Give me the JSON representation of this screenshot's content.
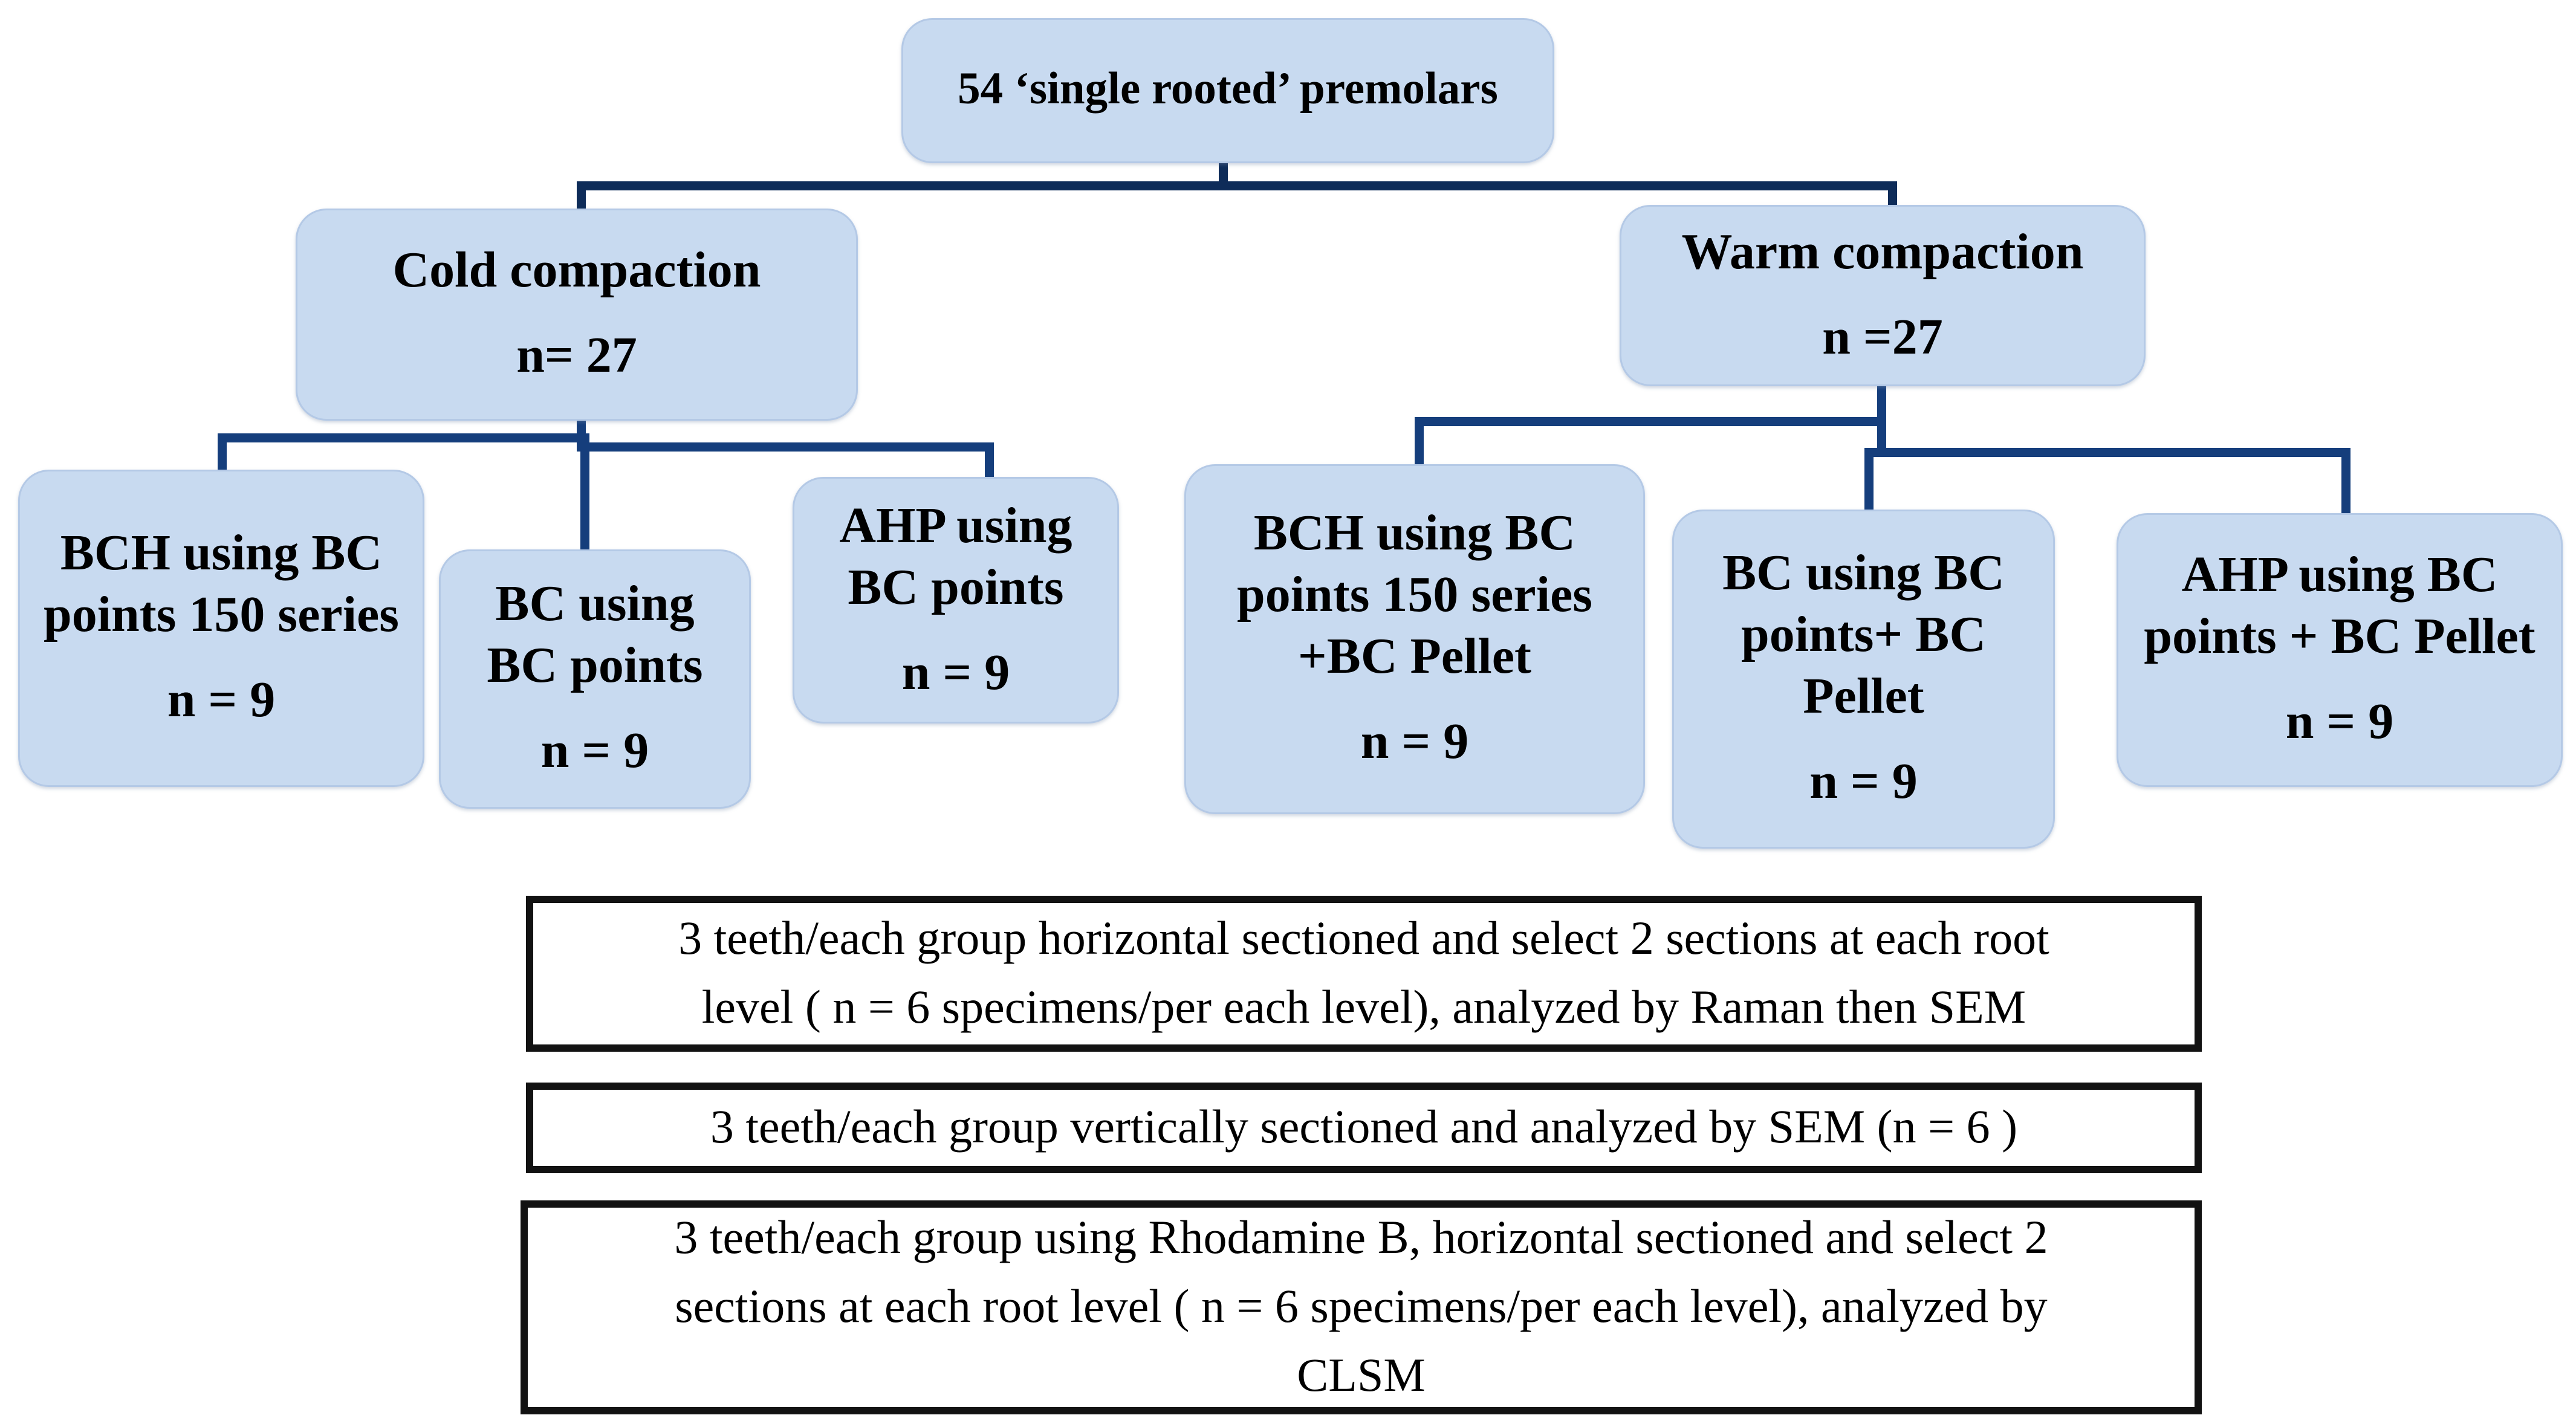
{
  "diagram": {
    "title_node": {
      "label": "54 ‘single rooted’ premolars"
    },
    "branches": [
      {
        "label": "Cold compaction",
        "n": "n= 27"
      },
      {
        "label": "Warm compaction",
        "n": "n =27"
      }
    ],
    "cold_groups": [
      {
        "label": "BCH using BC points 150 series",
        "n": "n = 9"
      },
      {
        "label": "BC using BC points",
        "n": "n = 9"
      },
      {
        "label": "AHP using BC points",
        "n": "n = 9"
      }
    ],
    "warm_groups": [
      {
        "label": "BCH using BC points 150 series +BC Pellet",
        "n": "n = 9"
      },
      {
        "label": "BC using BC points+ BC Pellet",
        "n": "n = 9"
      },
      {
        "label": "AHP using BC points + BC Pellet",
        "n": "n = 9"
      }
    ],
    "outcomes": [
      {
        "lines": [
          "3 teeth/each group horizontal sectioned  and select 2 sections at each root",
          "level ( n = 6 specimens/per each level), analyzed by Raman then SEM"
        ]
      },
      {
        "lines": [
          "3 teeth/each group vertically sectioned  and analyzed by SEM (n = 6 )"
        ]
      },
      {
        "lines": [
          "3 teeth/each group using Rhodamine B, horizontal sectioned  and select 2",
          "sections at each root level ( n = 6 specimens/per each level), analyzed by",
          "CLSM"
        ]
      }
    ],
    "colors": {
      "node_fill": "#c8daf0",
      "node_border": "#b4c9e6",
      "connector": "#153e7c",
      "connector_dark": "#0e2c59",
      "outcome_border": "#121212"
    }
  }
}
